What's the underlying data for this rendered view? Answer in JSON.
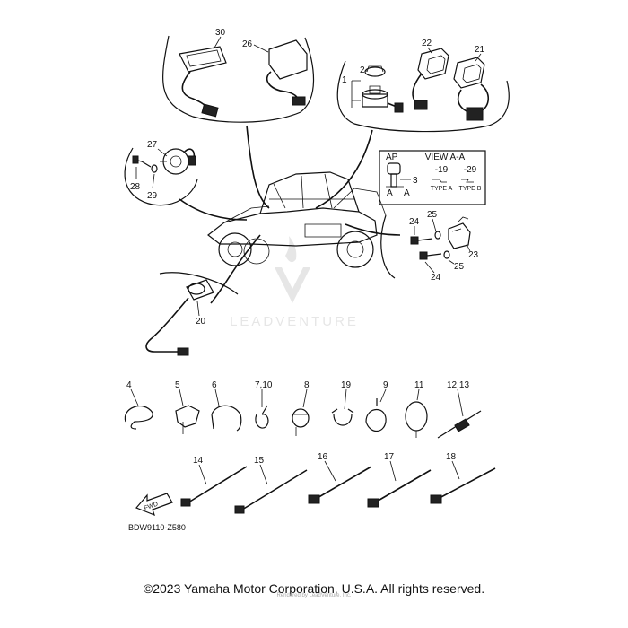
{
  "diagram_code": "BDW9110-Z580",
  "copyright": "©2023 Yamaha Motor Corporation, U.S.A. All rights reserved.",
  "watermark": {
    "brand": "LEADVENTURE",
    "credit": "Rendered by LeadVenture, Inc."
  },
  "view_box": {
    "left_label": "AP",
    "title": "VIEW A-A",
    "section_a": "A",
    "variant_1": "-19",
    "variant_2": "-29",
    "type_1": "TYPE A",
    "type_2": "TYPE B"
  },
  "fwd_label": "FWD",
  "callouts": {
    "c1": "1",
    "c2": "2",
    "c3": "3",
    "c4": "4",
    "c5": "5",
    "c6": "6",
    "c7_10": "7,10",
    "c8": "8",
    "c9": "9",
    "c11": "11",
    "c12_13": "12,13",
    "c14": "14",
    "c15": "15",
    "c16": "16",
    "c17": "17",
    "c18": "18",
    "c19": "19",
    "c20": "20",
    "c21": "21",
    "c22": "22",
    "c23": "23",
    "c24a": "24",
    "c24b": "24",
    "c25a": "25",
    "c25b": "25",
    "c26": "26",
    "c27": "27",
    "c28": "28",
    "c29": "29",
    "c30": "30"
  }
}
